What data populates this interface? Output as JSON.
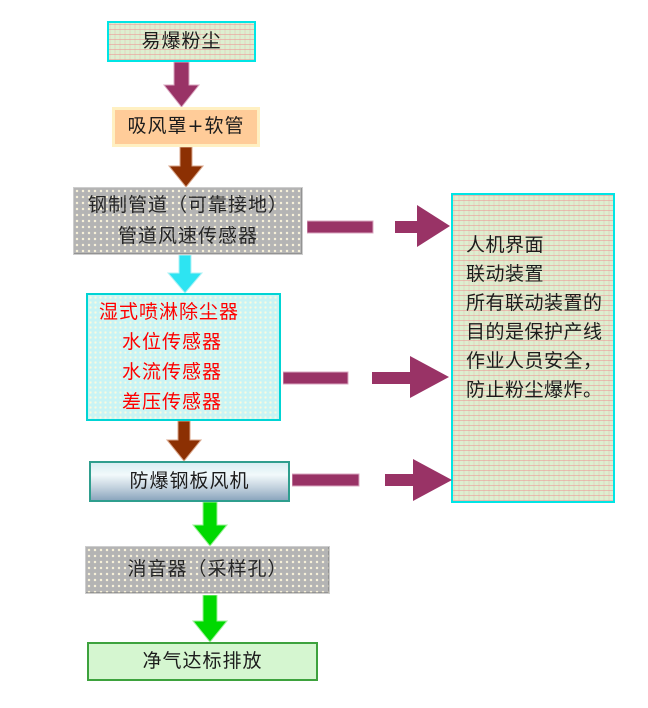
{
  "colors": {
    "maroon": "#993366",
    "brown": "#8c3003",
    "cyanArrow": "#2de4f2",
    "greenArrow": "#00d900",
    "cyanBorder": "#00e5e5",
    "redText": "#ff0000"
  },
  "nodes": {
    "dust": {
      "label": "易爆粉尘"
    },
    "hood": {
      "label": "吸风罩+软管"
    },
    "pipe": {
      "line1": "钢制管道（可靠接地）",
      "line2": "管道风速传感器"
    },
    "scrubber": {
      "line1": "湿式喷淋除尘器",
      "line2": "水位传感器",
      "line3": "水流传感器",
      "line4": "差压传感器"
    },
    "fan": {
      "label": "防爆钢板风机"
    },
    "muffler": {
      "label": "消音器（采样孔）"
    },
    "outlet": {
      "label": "净气达标排放"
    },
    "hmi": {
      "line1": "人机界面",
      "line2": "联动装置",
      "line3": "所有联动装置的",
      "line4": "目的是保护产线",
      "line5": "作业人员安全，",
      "line6": "防止粉尘爆炸。"
    }
  }
}
